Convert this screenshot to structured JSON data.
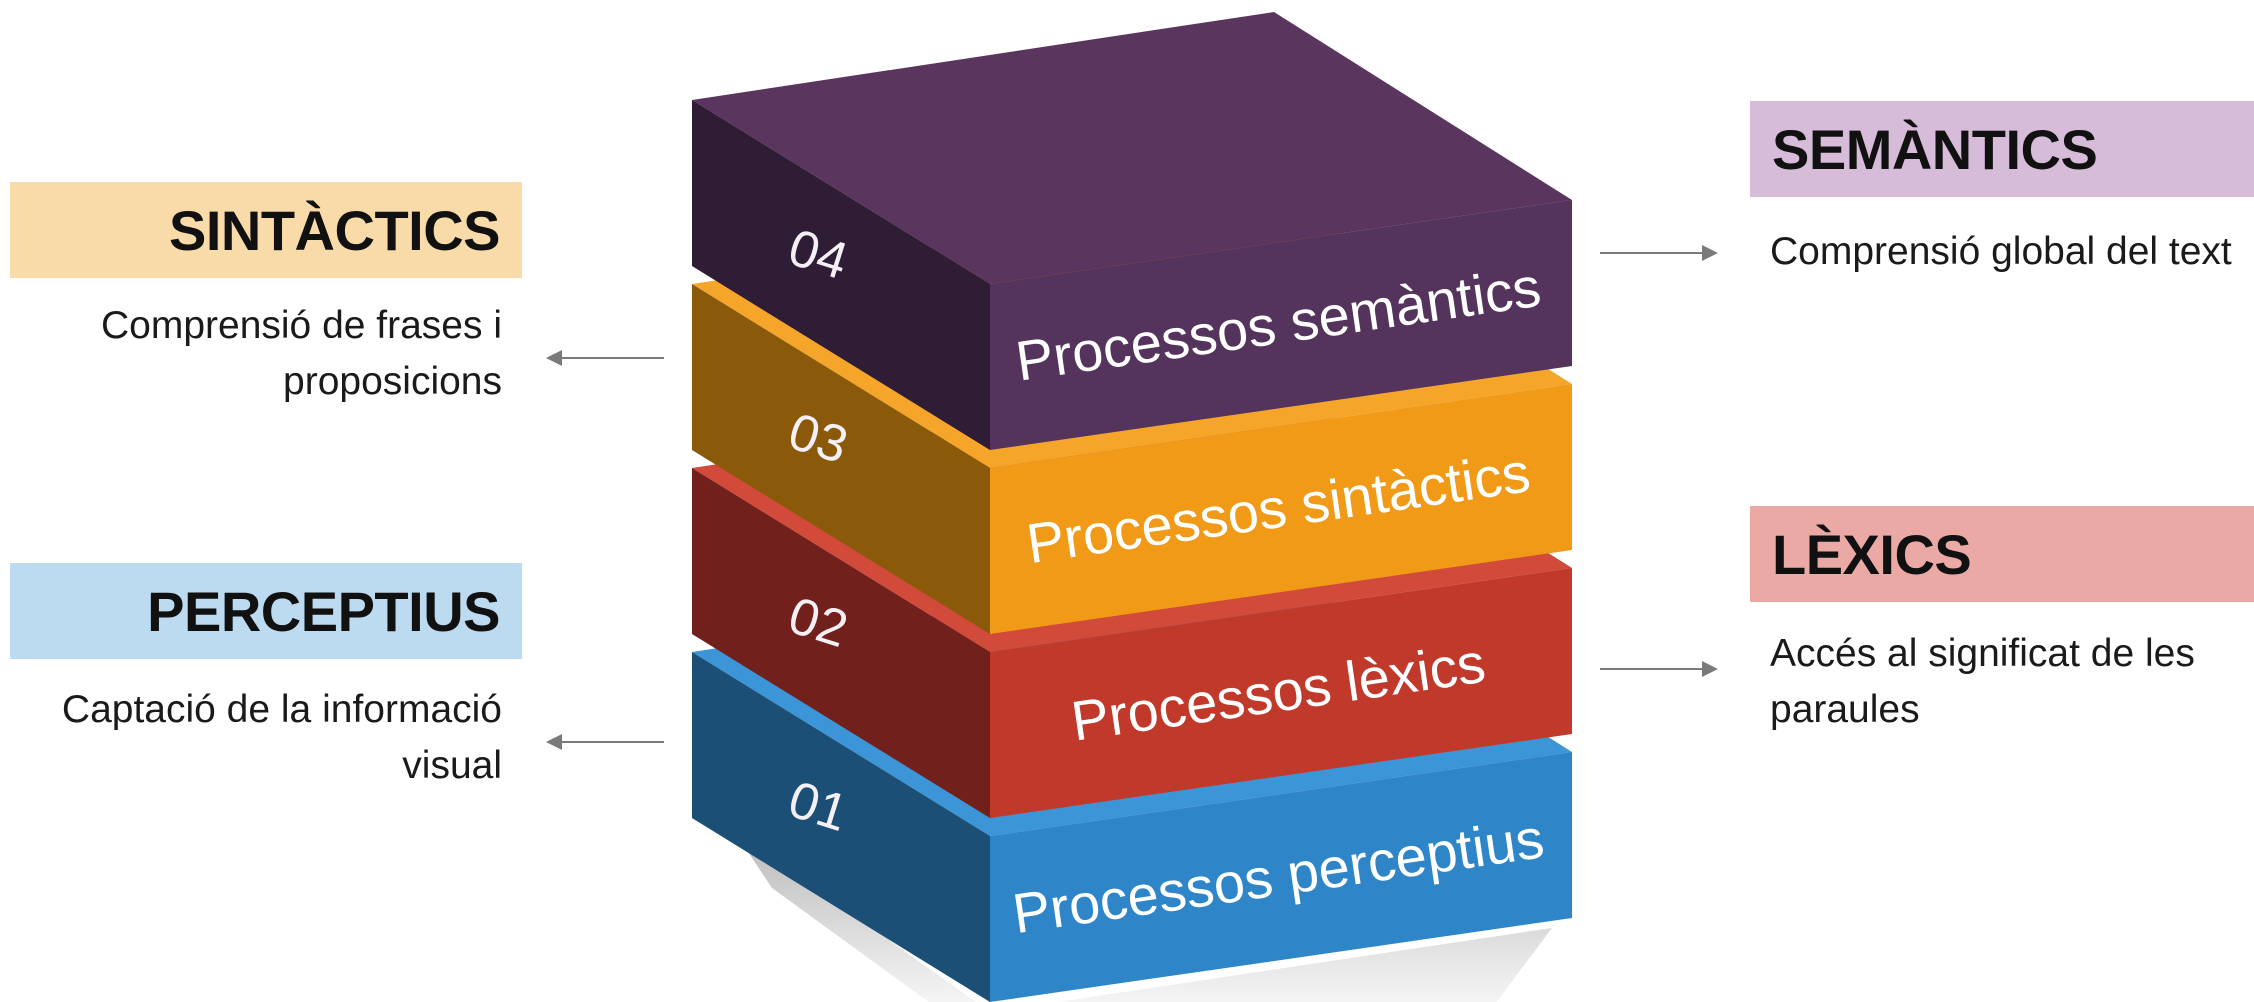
{
  "blocks": [
    {
      "number": "01",
      "label": "Processos perceptius",
      "colors": {
        "front": "#2e86c9",
        "side": "#1b4f75",
        "top": "#3b95d6"
      }
    },
    {
      "number": "02",
      "label": "Processos lèxics",
      "colors": {
        "front": "#c0392b",
        "side": "#72201c",
        "top": "#d24a3a"
      }
    },
    {
      "number": "03",
      "label": "Processos sintàctics",
      "colors": {
        "front": "#f09a18",
        "side": "#8a5a0a",
        "top": "#f5a52a"
      }
    },
    {
      "number": "04",
      "label": "Processos semàntics",
      "colors": {
        "front": "#54335c",
        "side": "#2f1c35",
        "top": "#5a355e"
      }
    }
  ],
  "callouts": {
    "sintactics": {
      "title": "SINTÀCTICS",
      "description": "Comprensió de frases i proposicions",
      "color": "#f8dba8"
    },
    "perceptius": {
      "title": "PERCEPTIUS",
      "description": "Captació de la informació visual",
      "color": "#bcdaf0"
    },
    "semantics": {
      "title": "SEMÀNTICS",
      "description": "Comprensió global del text",
      "color": "#d7bcd9"
    },
    "lexics": {
      "title": "LÈXICS",
      "description": "Accés al significat de les paraules",
      "color": "#eaa9a4"
    }
  }
}
